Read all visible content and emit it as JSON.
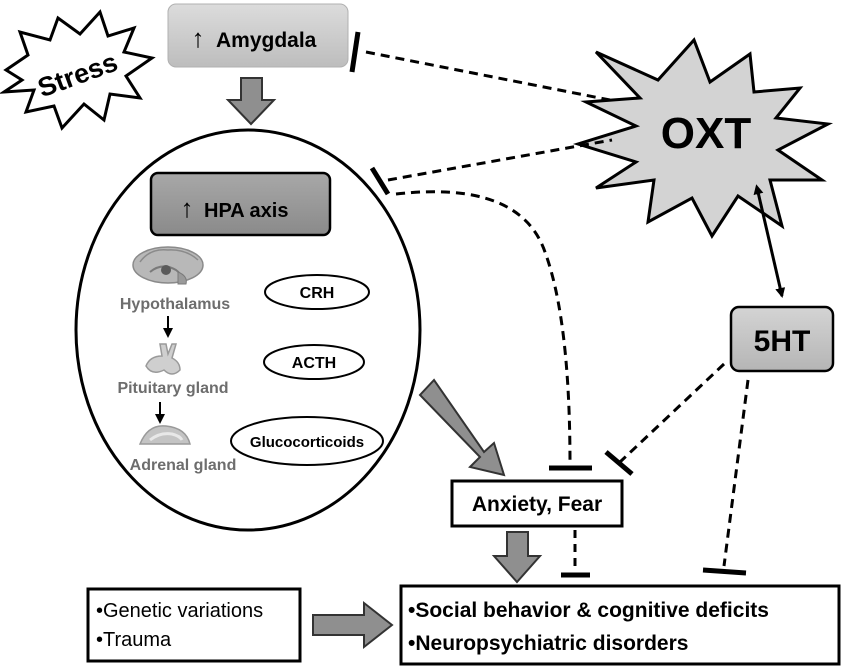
{
  "stress": "Stress",
  "amygdala": {
    "arrow": "↑",
    "label": "Amygdala"
  },
  "oxt": "OXT",
  "hpa": {
    "arrow": "↑",
    "label": "HPA axis"
  },
  "five_ht": "5HT",
  "anatomy": {
    "hypothalamus": "Hypothalamus",
    "pituitary": "Pituitary gland",
    "adrenal": "Adrenal gland"
  },
  "hormones": {
    "crh": "CRH",
    "acth": "ACTH",
    "glucocorticoids": "Glucocorticoids"
  },
  "anxiety": "Anxiety, Fear",
  "causes": [
    "•Genetic variations",
    "•Trauma"
  ],
  "outcomes": [
    "•Social behavior & cognitive deficits",
    "•Neuropsychiatric disorders"
  ],
  "colors": {
    "box_grey": "#c9c9c9",
    "hpa_grey": "#9a9a9a",
    "star_grey": "#d3d3d3",
    "arrow_grey": "#8f8f8f",
    "text_grey": "#6d6d6d"
  }
}
